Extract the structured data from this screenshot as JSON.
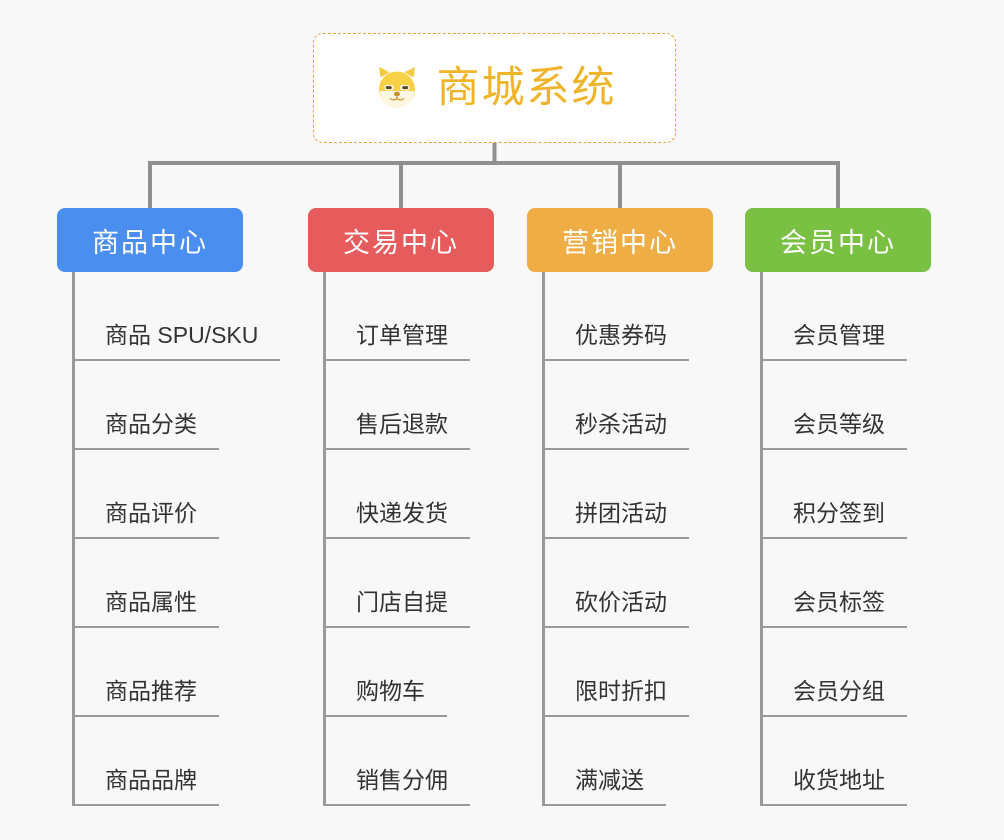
{
  "background_color": "#f8f8f8",
  "root": {
    "title": "商城系统",
    "icon": "shiba-dog-icon",
    "text_color": "#f0b429",
    "border_color": "#e8a33d",
    "border_style": "dashed"
  },
  "connector_color": "#909090",
  "branches": [
    {
      "id": "product",
      "label": "商品中心",
      "color": "#4a8ef0",
      "items": [
        {
          "label": "商品 SPU/SKU"
        },
        {
          "label": "商品分类"
        },
        {
          "label": "商品评价"
        },
        {
          "label": "商品属性"
        },
        {
          "label": "商品推荐"
        },
        {
          "label": "商品品牌"
        }
      ]
    },
    {
      "id": "trade",
      "label": "交易中心",
      "color": "#e65c5c",
      "items": [
        {
          "label": "订单管理"
        },
        {
          "label": "售后退款"
        },
        {
          "label": "快递发货"
        },
        {
          "label": "门店自提"
        },
        {
          "label": "购物车"
        },
        {
          "label": "销售分佣"
        }
      ]
    },
    {
      "id": "market",
      "label": "营销中心",
      "color": "#eeae45",
      "items": [
        {
          "label": "优惠券码"
        },
        {
          "label": "秒杀活动"
        },
        {
          "label": "拼团活动"
        },
        {
          "label": "砍价活动"
        },
        {
          "label": "限时折扣"
        },
        {
          "label": "满减送"
        }
      ]
    },
    {
      "id": "member",
      "label": "会员中心",
      "color": "#79c043",
      "items": [
        {
          "label": "会员管理"
        },
        {
          "label": "会员等级"
        },
        {
          "label": "积分签到"
        },
        {
          "label": "会员标签"
        },
        {
          "label": "会员分组"
        },
        {
          "label": "收货地址"
        }
      ]
    }
  ]
}
